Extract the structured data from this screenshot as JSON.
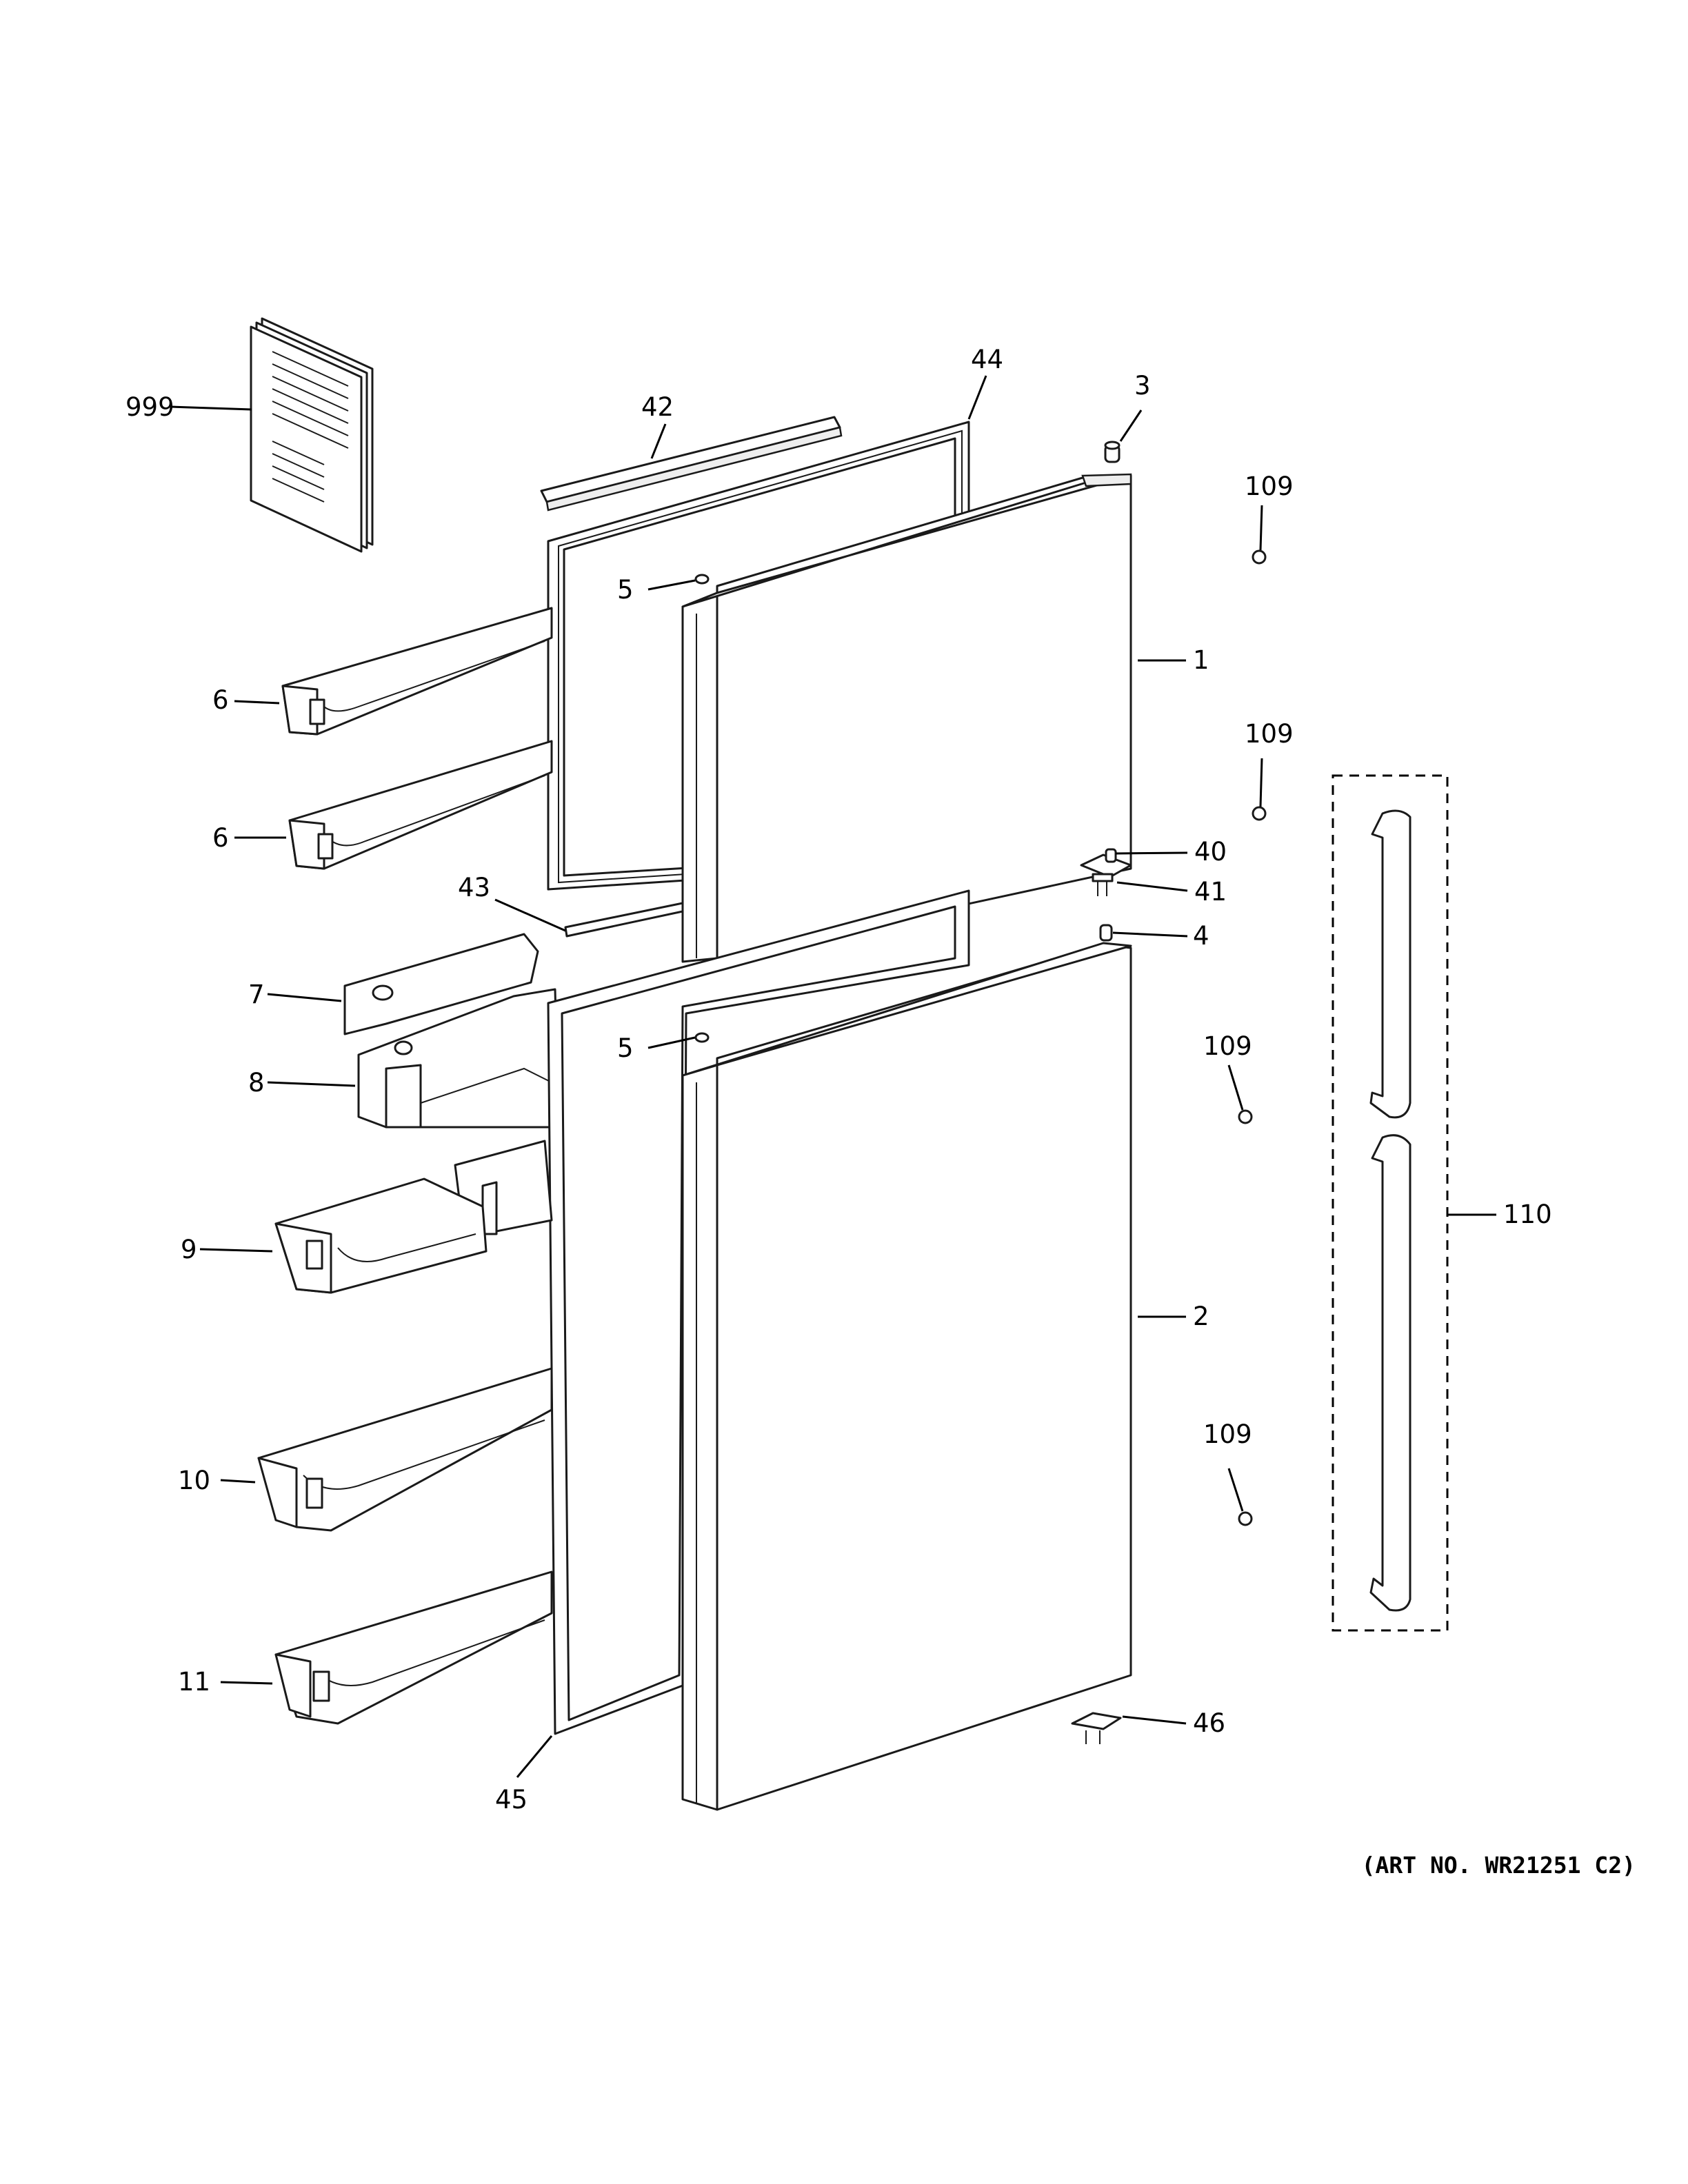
{
  "callouts": {
    "c999": "999",
    "c42": "42",
    "c44": "44",
    "c3": "3",
    "c109": "109",
    "c5": "5",
    "c1": "1",
    "c6": "6",
    "c40": "40",
    "c41": "41",
    "c43": "43",
    "c4": "4",
    "c7": "7",
    "c8": "8",
    "c9": "9",
    "c2": "2",
    "c110": "110",
    "c10": "10",
    "c11": "11",
    "c45": "45",
    "c46": "46"
  },
  "art_number": "(ART NO. WR21251 C2)",
  "colors": {
    "line": "#1a1a1a",
    "background": "#ffffff"
  }
}
